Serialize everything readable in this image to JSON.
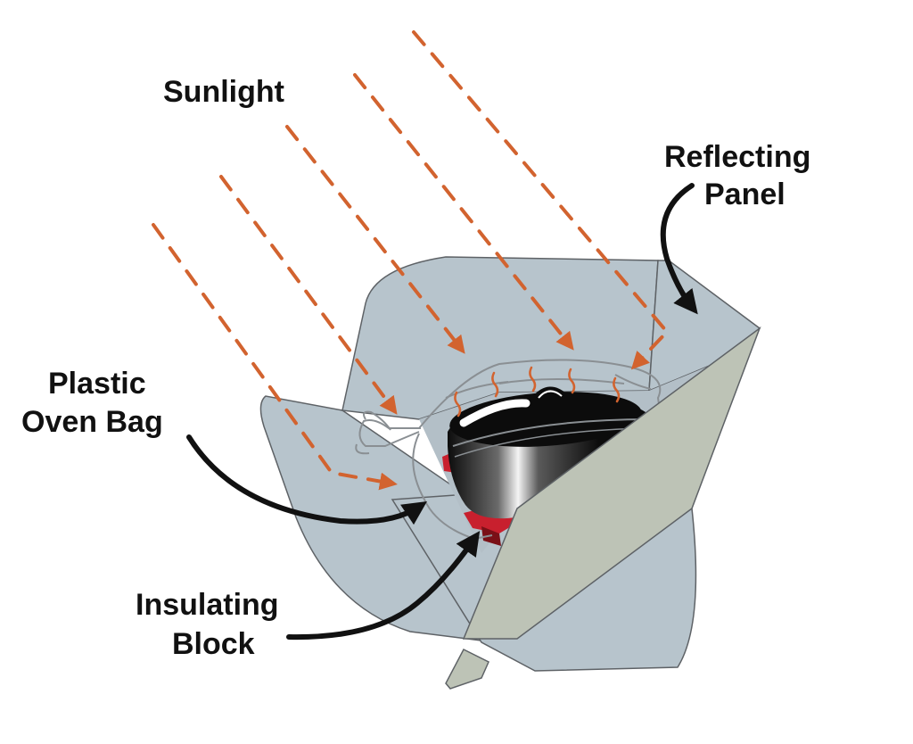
{
  "labels": {
    "sunlight": "Sunlight",
    "reflecting_1": "Reflecting",
    "reflecting_2": "Panel",
    "bag_1": "Plastic",
    "bag_2": "Oven Bag",
    "block_1": "Insulating",
    "block_2": "Block"
  },
  "colors": {
    "panel_fill": "#b7c4cc",
    "panel_stroke": "#5e6266",
    "front_panel": "#bdc3b6",
    "sun_ray": "#d2632f",
    "pot": "#0c0c0c",
    "block": "#c8202e",
    "bag_outline": "#8a8f93",
    "arrow": "#111111"
  },
  "icons": {
    "pot": "cooking-pot-icon",
    "heat": "heat-wave-icon"
  }
}
